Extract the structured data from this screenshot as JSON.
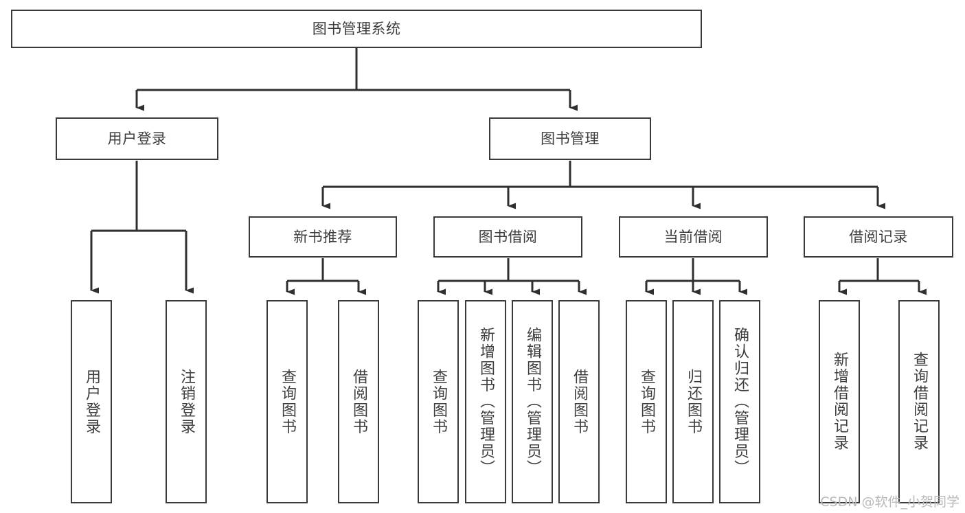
{
  "diagram": {
    "title": "图书管理系统",
    "type": "tree-hierarchy",
    "root": {
      "label": "图书管理系统"
    },
    "level2": [
      {
        "label": "用户登录"
      },
      {
        "label": "图书管理"
      }
    ],
    "level3": [
      {
        "label": "新书推荐"
      },
      {
        "label": "图书借阅"
      },
      {
        "label": "当前借阅"
      },
      {
        "label": "借阅记录"
      }
    ],
    "leaves": {
      "user_login": [
        {
          "label": "用户登录"
        },
        {
          "label": "注销登录"
        }
      ],
      "new_book_recommend": [
        {
          "label": "查询图书"
        },
        {
          "label": "借阅图书"
        }
      ],
      "book_borrow": [
        {
          "label": "查询图书"
        },
        {
          "label": "新增图书（管理员）"
        },
        {
          "label": "编辑图书（管理员）"
        },
        {
          "label": "借阅图书"
        }
      ],
      "current_borrow": [
        {
          "label": "查询图书"
        },
        {
          "label": "归还图书"
        },
        {
          "label": "确认归还（管理员）"
        }
      ],
      "borrow_record": [
        {
          "label": "新增借阅记录"
        },
        {
          "label": "查询借阅记录"
        }
      ]
    }
  },
  "watermark": {
    "text": "CSDN @软件_小贺同学"
  },
  "colors": {
    "stroke": "#3a3a3a",
    "text": "#3d3d3d",
    "background": "#ffffff",
    "watermark": "#b9b9b9"
  }
}
